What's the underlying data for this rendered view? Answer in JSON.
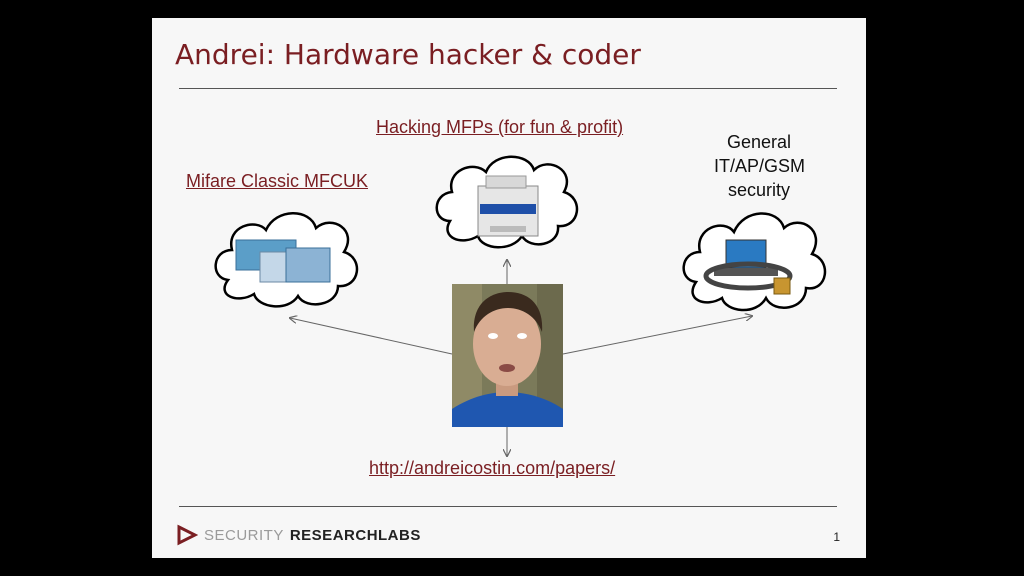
{
  "slide": {
    "title": "Andrei: Hardware hacker & coder",
    "center_link": "Hacking MFPs (for fun & profit)",
    "left_link": "Mifare Classic MFCUK",
    "right_text_lines": [
      "General",
      "IT/AP/GSM",
      "security"
    ],
    "bottom_link": "http://andreicostin.com/papers/",
    "logo_light": "SECURITY",
    "logo_dark": "RESEARCHLABS",
    "page_number": "1"
  }
}
